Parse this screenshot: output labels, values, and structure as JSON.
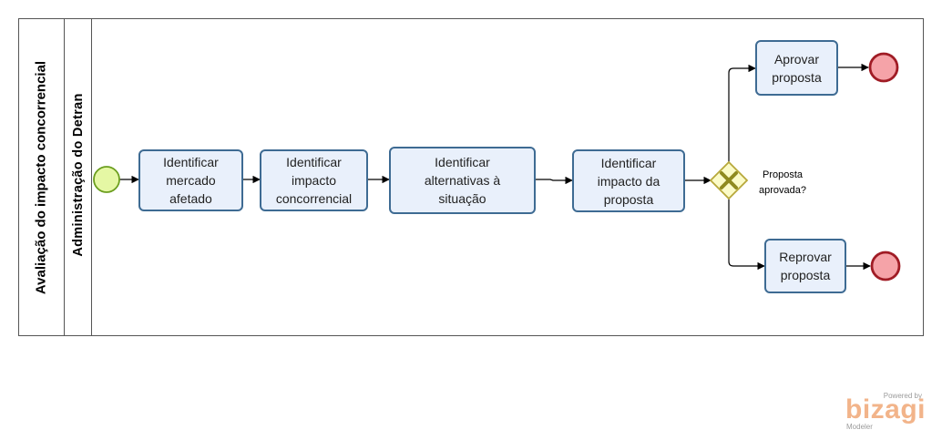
{
  "pool": {
    "title": "Avaliação do impacto concorrencial"
  },
  "lane": {
    "title": "Administração do Detran"
  },
  "tasks": [
    {
      "id": "t1",
      "label": "Identificar\nmercado\nafetado"
    },
    {
      "id": "t2",
      "label": "Identificar\nimpacto\nconcorrencial"
    },
    {
      "id": "t3",
      "label": "Identificar\nalternativas à\nsituação"
    },
    {
      "id": "t4",
      "label": "Identificar\nimpacto da\nproposta"
    },
    {
      "id": "t5",
      "label": "Aprovar\nproposta"
    },
    {
      "id": "t6",
      "label": "Reprovar\nproposta"
    }
  ],
  "gateway": {
    "label": "Proposta\naprovada?"
  },
  "colors": {
    "task_fill": "#e9f0fb",
    "task_border": "#3e6b93",
    "start_fill": "#e5f7a4",
    "start_border": "#6b9e1e",
    "end_fill": "#f5a3a8",
    "end_border": "#a01c25",
    "gateway_fill": "#fbfbc8",
    "gateway_border": "#b7a83a",
    "gateway_mark": "#8f8a1f"
  },
  "logo": {
    "powered": "Powered by",
    "brand": "bizagi",
    "product": "Modeler"
  }
}
